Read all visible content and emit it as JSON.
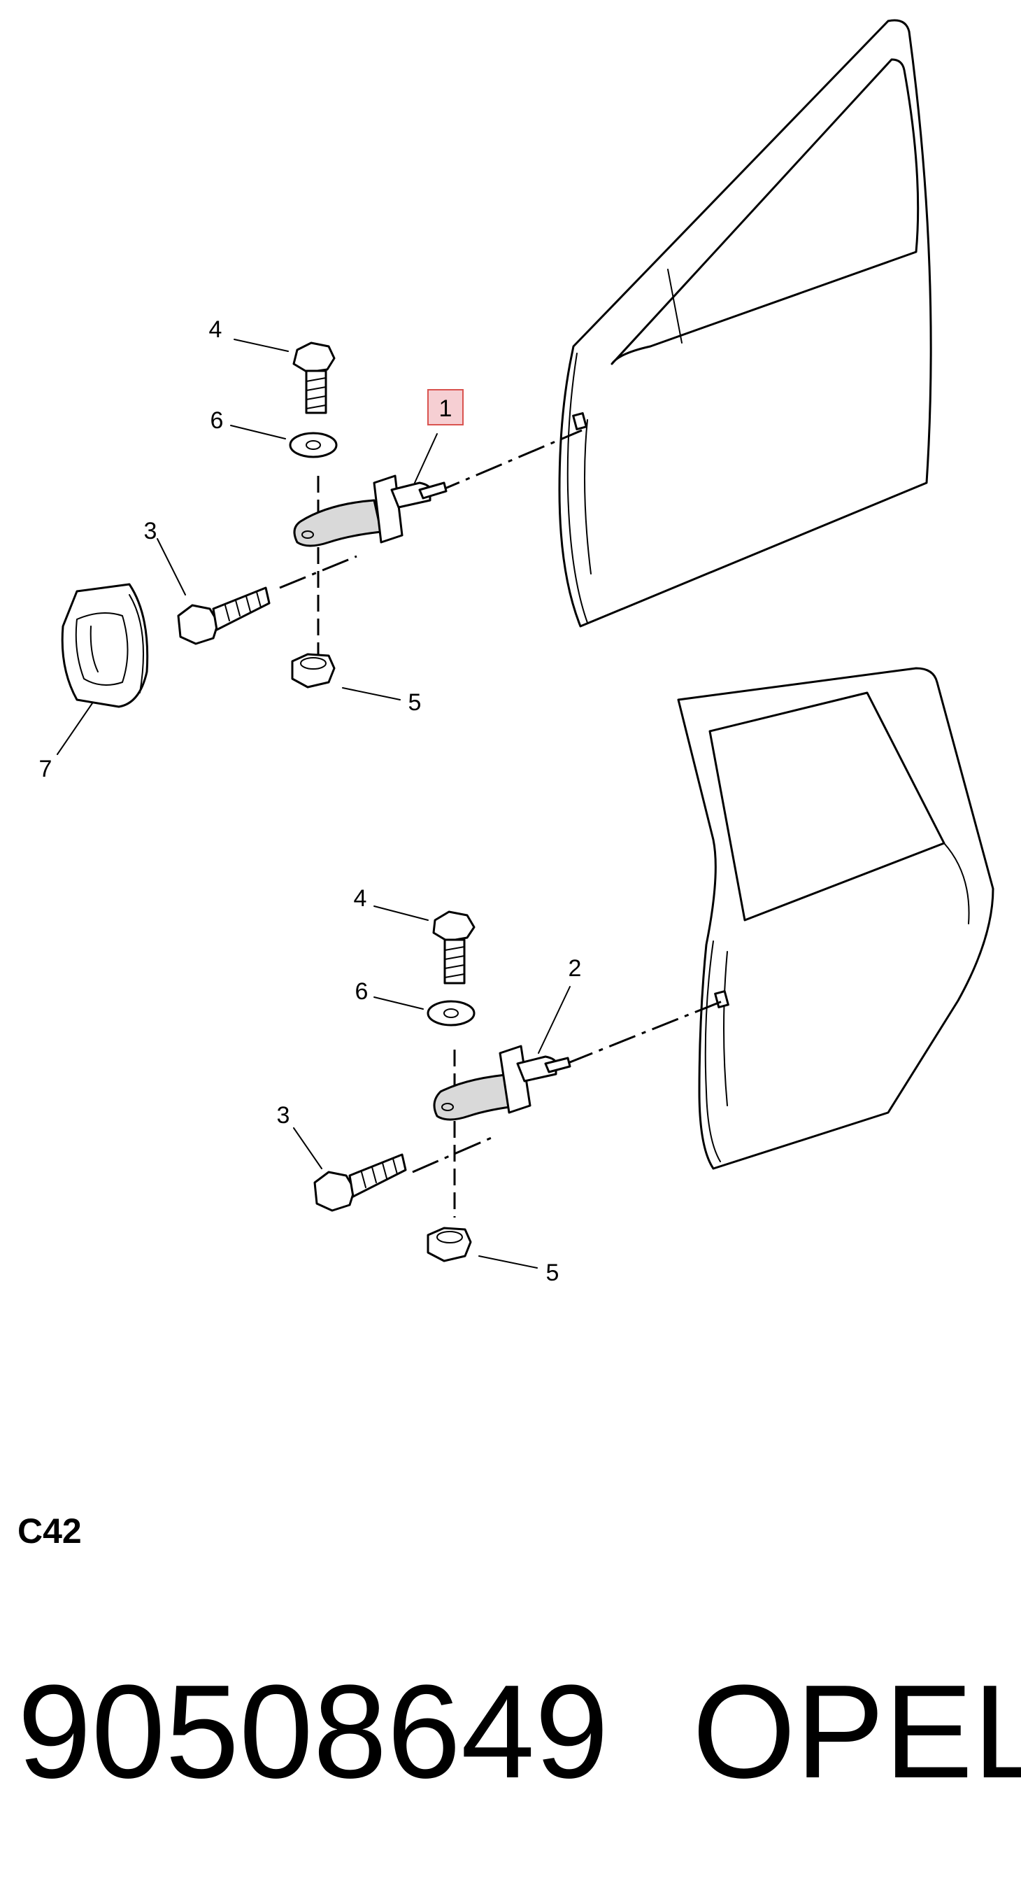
{
  "callouts": {
    "front": {
      "c1": "1",
      "c3": "3",
      "c4": "4",
      "c5": "5",
      "c6": "6",
      "c7": "7"
    },
    "rear": {
      "c2": "2",
      "c3": "3",
      "c4": "4",
      "c5": "5",
      "c6": "6"
    }
  },
  "highlight_color": "#d9534f",
  "section_code": "C42",
  "part_number": "90508649",
  "brand": "OPEL"
}
